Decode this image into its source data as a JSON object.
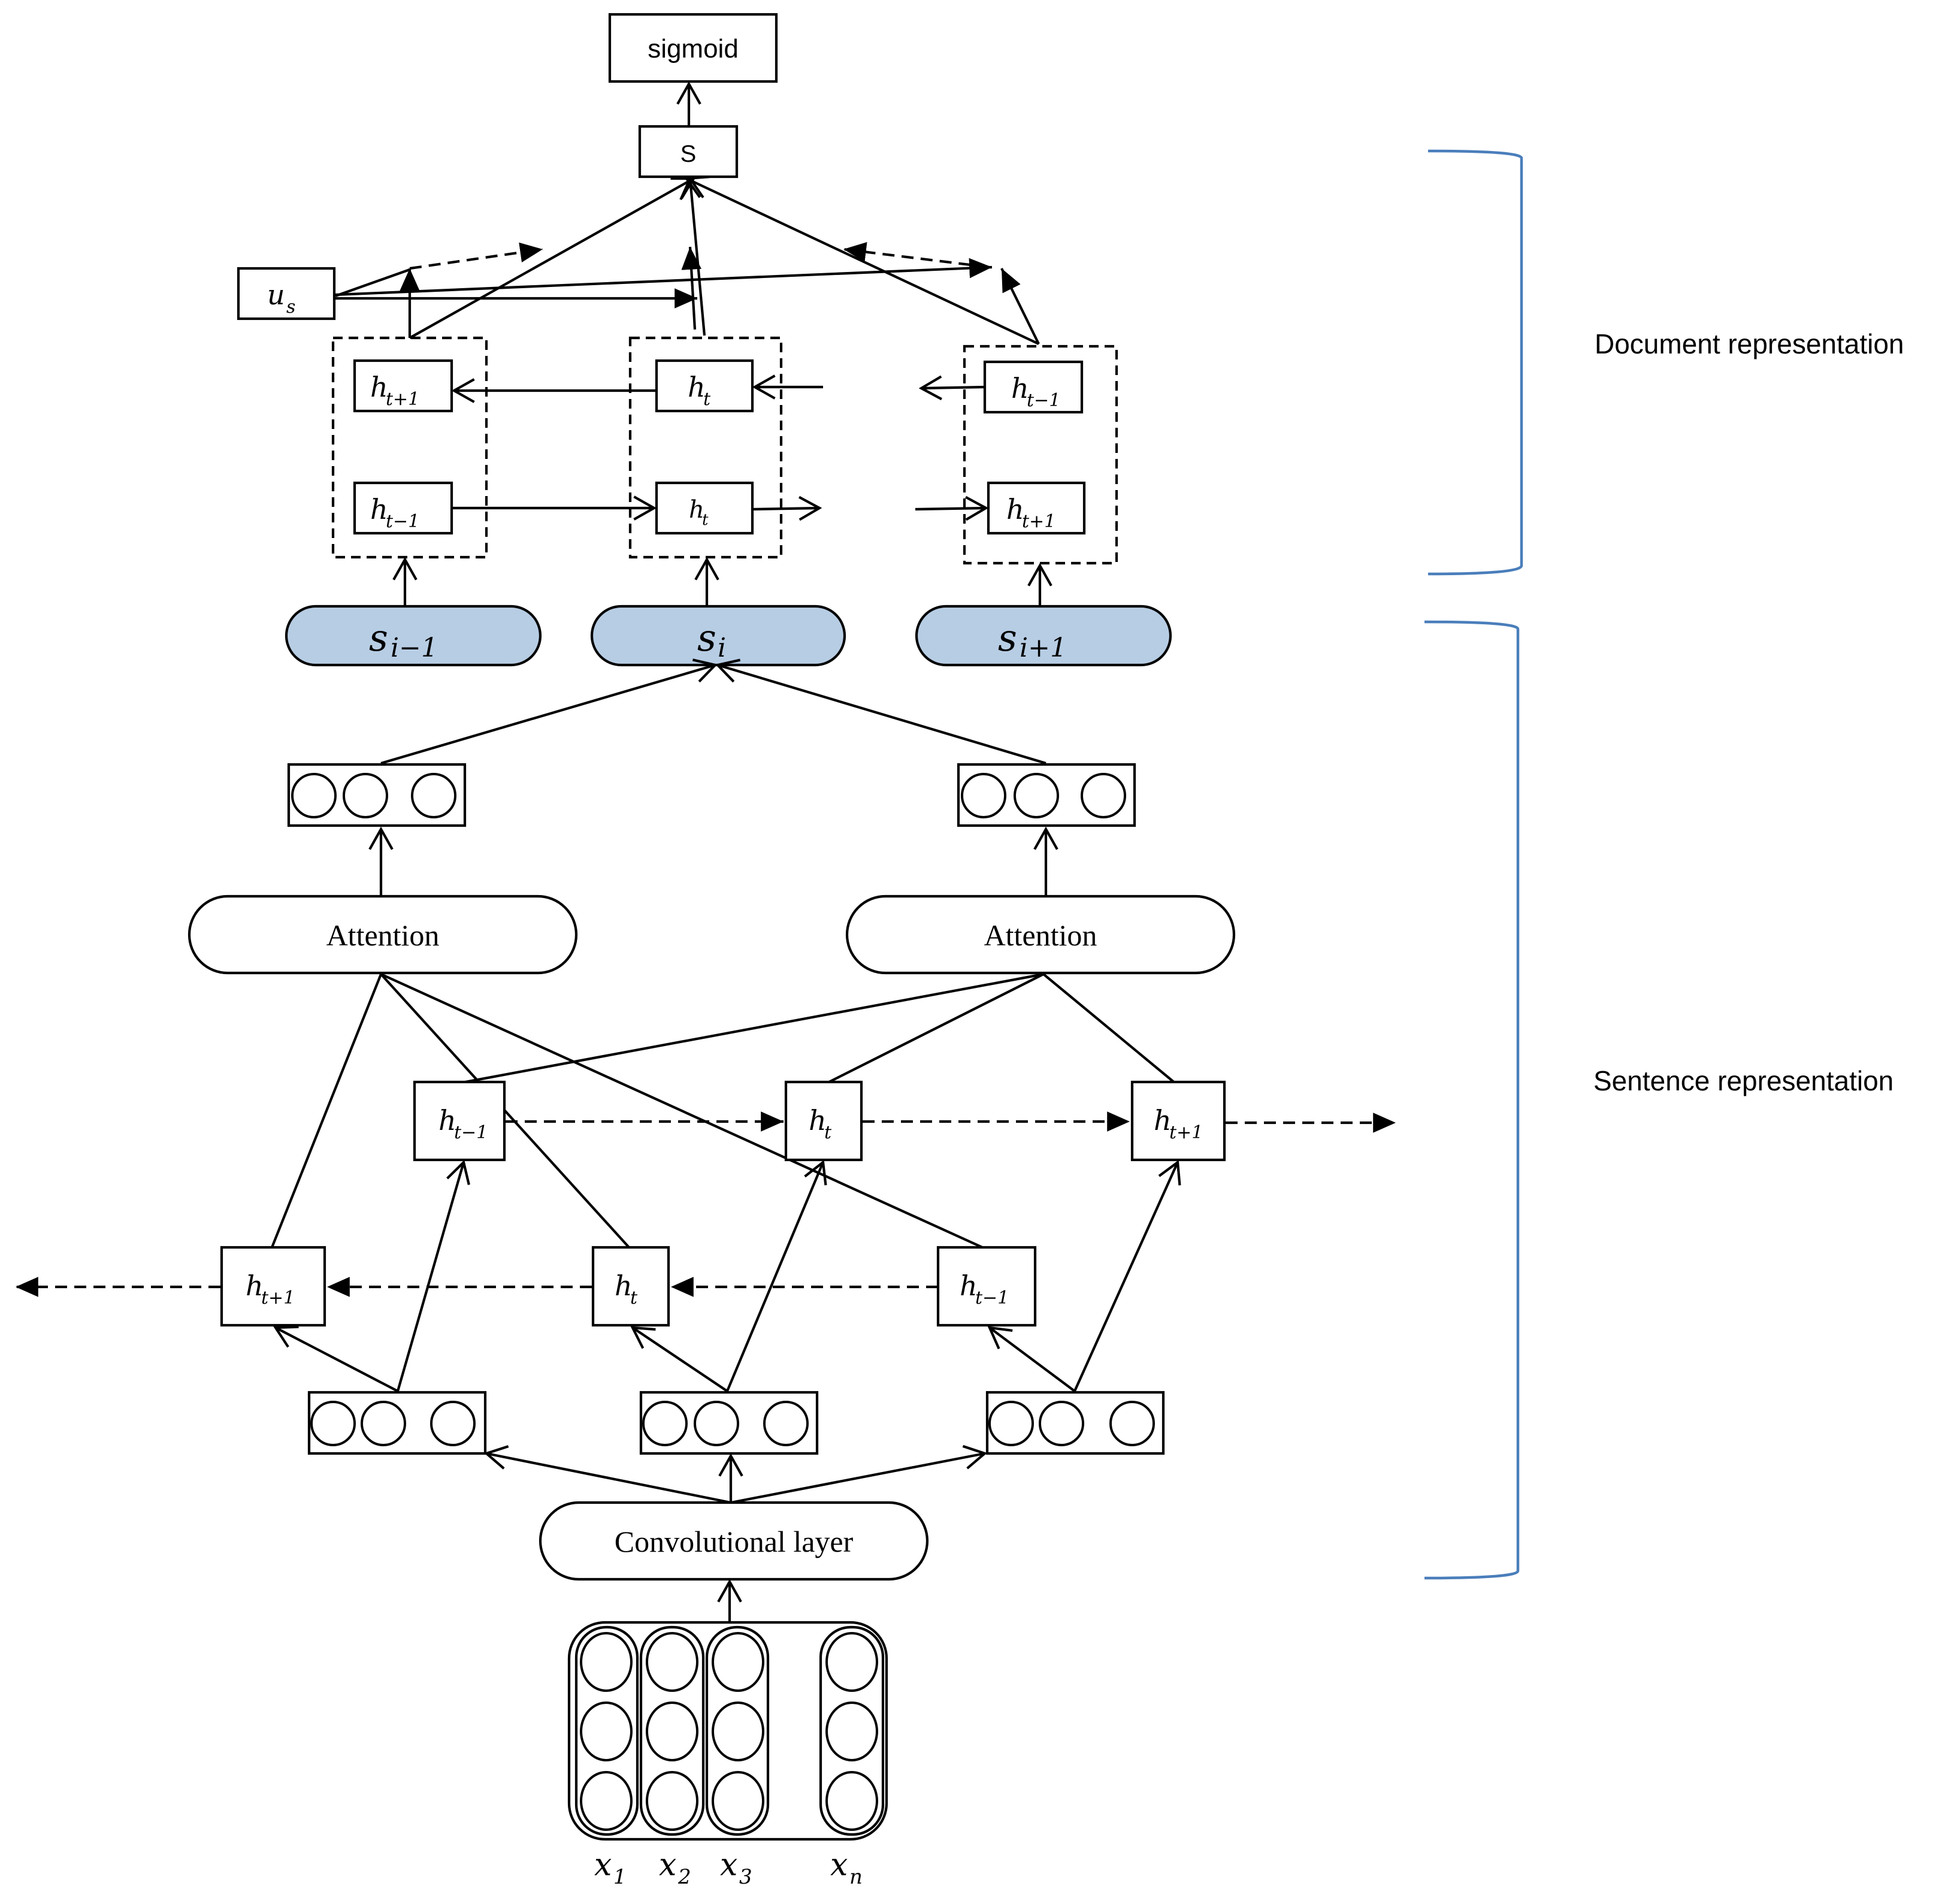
{
  "colors": {
    "sentence_fill": "#b7cde4",
    "brace": "#4a7ebb",
    "stroke": "#000000"
  },
  "labels": {
    "sigmoid": "sigmoid",
    "s_node": "S",
    "us": {
      "base": "u",
      "sub": "s"
    },
    "document_representation": "Document representation",
    "sentence_representation": "Sentence representation",
    "attention": "Attention",
    "convolutional_layer": "Convolutional layer"
  },
  "document_lstm": {
    "left": {
      "top": {
        "base": "h",
        "sub": "t+1"
      },
      "bottom": {
        "base": "h",
        "sub": "t−1"
      }
    },
    "middle": {
      "top": {
        "base": "h",
        "sub": "t"
      },
      "bottom": {
        "base": "h",
        "sub": "t"
      }
    },
    "right": {
      "top": {
        "base": "h",
        "sub": "t−1"
      },
      "bottom": {
        "base": "h",
        "sub": "t+1"
      }
    }
  },
  "sentences": [
    {
      "base": "s",
      "sub": "i−1"
    },
    {
      "base": "s",
      "sub": "i"
    },
    {
      "base": "s",
      "sub": "i+1"
    }
  ],
  "word_lstm": {
    "forward": [
      {
        "base": "h",
        "sub": "t−1"
      },
      {
        "base": "h",
        "sub": "t"
      },
      {
        "base": "h",
        "sub": "t+1"
      }
    ],
    "backward": [
      {
        "base": "h",
        "sub": "t+1"
      },
      {
        "base": "h",
        "sub": "t"
      },
      {
        "base": "h",
        "sub": "t−1"
      }
    ]
  },
  "inputs": [
    {
      "base": "x",
      "sub": "1"
    },
    {
      "base": "x",
      "sub": "2"
    },
    {
      "base": "x",
      "sub": "3"
    },
    {
      "base": "x",
      "sub": "n"
    }
  ]
}
